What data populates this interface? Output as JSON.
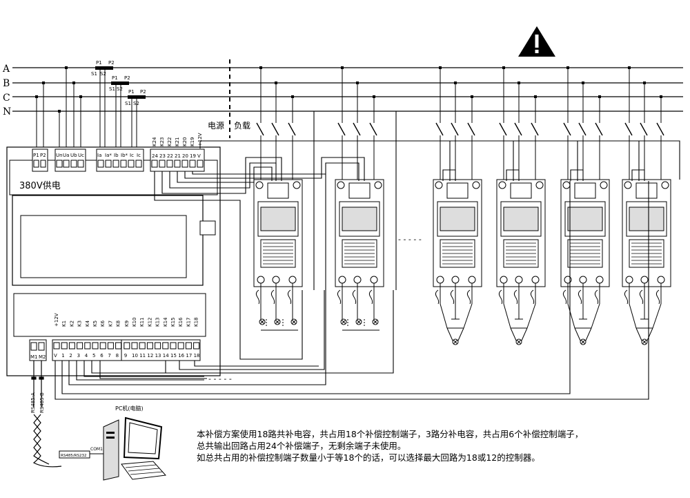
{
  "bus_labels": [
    "A",
    "B",
    "C",
    "N"
  ],
  "ct_terminal_top": "P1",
  "ct_terminal_top2": "P2",
  "ct_terminal_bottom": "S1",
  "ct_terminal_bottom2": "S2",
  "divider_labels": {
    "source": "电源",
    "load": "负载"
  },
  "controller": {
    "supply_label": "380V供电",
    "top_terminals": {
      "p_group": [
        "P1",
        "P2"
      ],
      "u_group": [
        "Un",
        "Ua",
        "Ub",
        "Uc"
      ],
      "i_group": [
        "Ia",
        "Ia*",
        "Ib",
        "Ib*",
        "Ic",
        "Ic"
      ],
      "k_group_numbers": [
        "24",
        "23",
        "22",
        "21",
        "20",
        "19",
        "V"
      ],
      "k_group_vertical": [
        "K24",
        "K23",
        "K22",
        "K21",
        "K20",
        "K19",
        "+12V"
      ]
    },
    "bottom_terminals": {
      "m_group": [
        "M1",
        "M2"
      ],
      "k_group_numbers": [
        "V",
        "1",
        "2",
        "3",
        "4",
        "5",
        "6",
        "7",
        "8",
        "9",
        "10",
        "11",
        "12",
        "13",
        "14",
        "15",
        "16",
        "17",
        "18"
      ],
      "k_group_vertical": [
        "+12V",
        "K1",
        "K2",
        "K3",
        "K4",
        "K5",
        "K6",
        "K7",
        "K8",
        "K9",
        "K10",
        "K11",
        "K12",
        "K13",
        "K14",
        "K15",
        "K16",
        "K17",
        "K18"
      ]
    }
  },
  "rs485": {
    "a": "RS485-A",
    "b": "RS485-B"
  },
  "pc": {
    "label": "PC机(电脑)",
    "converter": "RS485/RS232",
    "port": "COM1"
  },
  "ellipsis": "- - - - -",
  "note_lines": [
    "本补偿方案使用18路共补电容，共占用18个补偿控制端子，3路分补电容，共占用6个补偿控制端子，",
    "总共输出回路占用24个补偿端子，无剩余端子未使用。",
    "如总共占用的补偿控制端子数量小于等18个的话，可以选择最大回路为18或12的控制器。"
  ],
  "icon": "warning-icon"
}
